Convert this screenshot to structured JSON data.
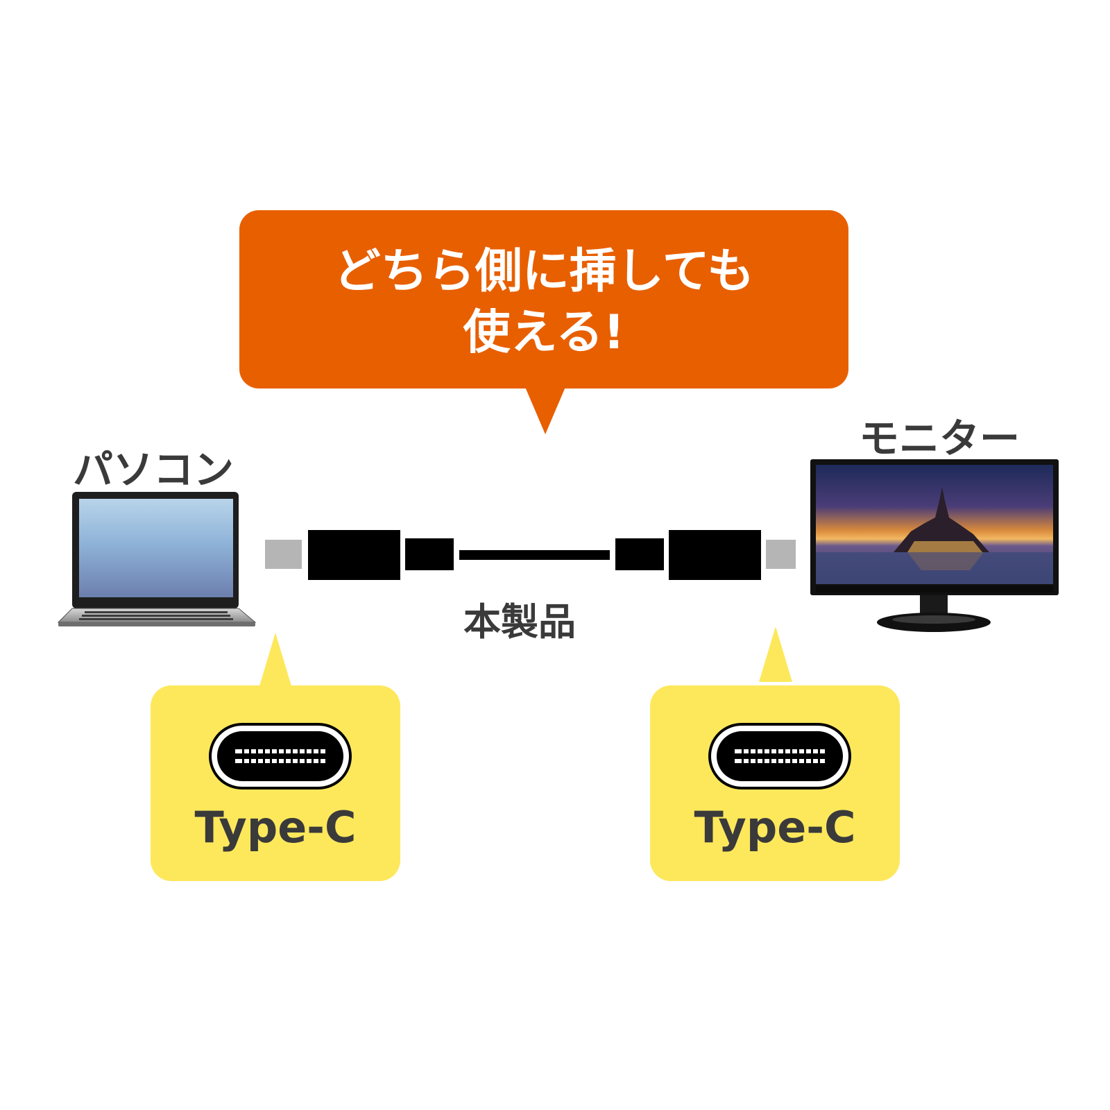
{
  "callout": {
    "line1": "どちら側に挿しても",
    "line2": "使える!",
    "color": "#e85f00"
  },
  "devices": {
    "pc_label": "パソコン",
    "monitor_label": "モニター"
  },
  "cable": {
    "label": "本製品"
  },
  "ports": {
    "left": {
      "label": "Type-C",
      "icon": "usb-type-c-port-icon"
    },
    "right": {
      "label": "Type-C",
      "icon": "usb-type-c-port-icon"
    },
    "callout_color": "#fde85c"
  },
  "text_color": "#3a3a3a"
}
